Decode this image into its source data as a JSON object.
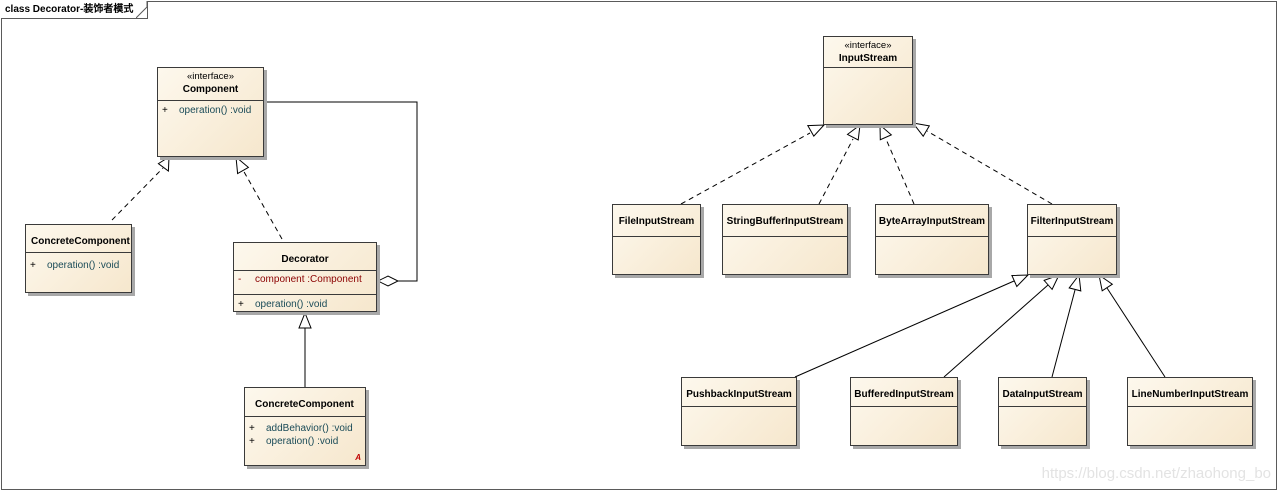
{
  "frame": {
    "title": "class Decorator-装饰者模式"
  },
  "left": {
    "component": {
      "stereotype": "«interface»",
      "name": "Component",
      "operations": [
        {
          "vis": "+",
          "text": "operation()  :void"
        }
      ]
    },
    "concrete_component_a": {
      "name": "ConcreteComponent",
      "operations": [
        {
          "vis": "+",
          "text": "operation()  :void"
        }
      ]
    },
    "decorator": {
      "name": "Decorator",
      "attributes": [
        {
          "vis": "-",
          "text": "component  :Component"
        }
      ],
      "operations": [
        {
          "vis": "+",
          "text": "operation()  :void"
        }
      ]
    },
    "concrete_component_b": {
      "name": "ConcreteComponent",
      "operations": [
        {
          "vis": "+",
          "text": "addBehavior()  :void"
        },
        {
          "vis": "+",
          "text": "operation()  :void"
        }
      ],
      "flag": "A"
    }
  },
  "right": {
    "input_stream": {
      "stereotype": "«interface»",
      "name": "InputStream"
    },
    "file_input_stream": {
      "name": "FileInputStream"
    },
    "string_buffer_input_stream": {
      "name": "StringBufferInputStream"
    },
    "byte_array_input_stream": {
      "name": "ByteArrayInputStream"
    },
    "filter_input_stream": {
      "name": "FilterInputStream"
    },
    "pushback_input_stream": {
      "name": "PushbackInputStream"
    },
    "buffered_input_stream": {
      "name": "BufferedInputStream"
    },
    "data_input_stream": {
      "name": "DataInputStream"
    },
    "line_number_input_stream": {
      "name": "LineNumberInputStream"
    }
  },
  "watermark": "https://blog.csdn.net/zhaohong_bo"
}
